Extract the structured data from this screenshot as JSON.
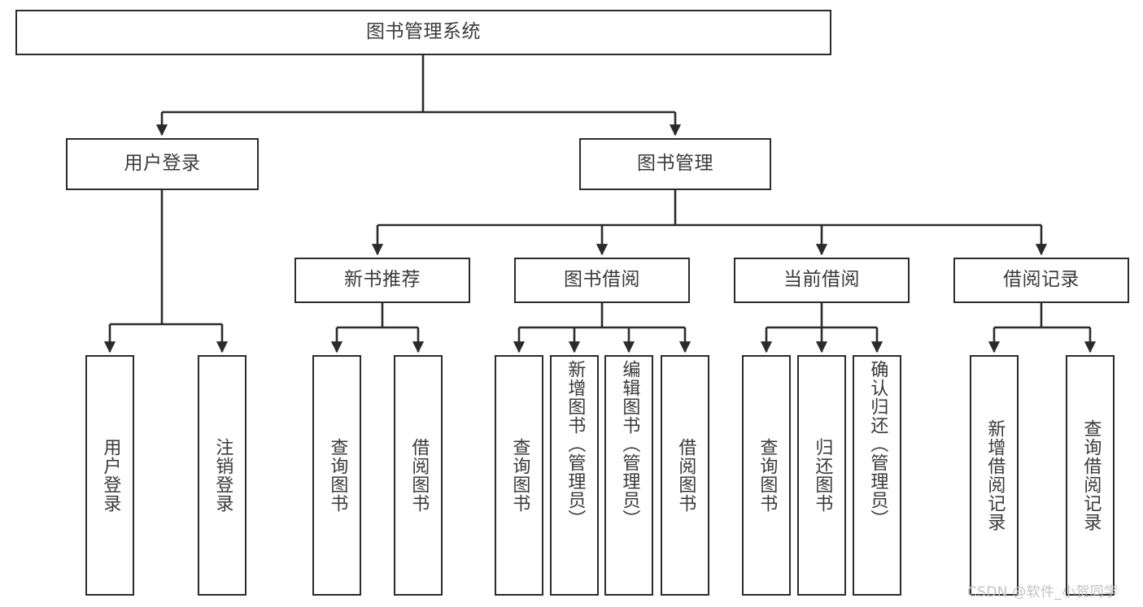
{
  "diagram": {
    "title": "图书管理系统",
    "type": "tree-hierarchy",
    "root": {
      "id": "root",
      "label": "图书管理系统"
    },
    "level2": [
      {
        "id": "user-login",
        "label": "用户登录"
      },
      {
        "id": "book-management",
        "label": "图书管理"
      }
    ],
    "level3": [
      {
        "id": "new-book-recommend",
        "label": "新书推荐"
      },
      {
        "id": "book-borrow",
        "label": "图书借阅"
      },
      {
        "id": "current-borrow",
        "label": "当前借阅"
      },
      {
        "id": "borrow-record",
        "label": "借阅记录"
      }
    ],
    "leaves": {
      "user_login": [
        {
          "id": "leaf-user-login",
          "label": "用户登录"
        },
        {
          "id": "leaf-logout-login",
          "label": "注销登录"
        }
      ],
      "new_book_recommend": [
        {
          "id": "leaf-query-book-1",
          "label": "查询图书"
        },
        {
          "id": "leaf-borrow-book-1",
          "label": "借阅图书"
        }
      ],
      "book_borrow": [
        {
          "id": "leaf-query-book-2",
          "label": "查询图书"
        },
        {
          "id": "leaf-add-book",
          "label": "新增图书（管理员）"
        },
        {
          "id": "leaf-edit-book",
          "label": "编辑图书（管理员）"
        },
        {
          "id": "leaf-borrow-book-2",
          "label": "借阅图书"
        }
      ],
      "current_borrow": [
        {
          "id": "leaf-query-book-3",
          "label": "查询图书"
        },
        {
          "id": "leaf-return-book",
          "label": "归还图书"
        },
        {
          "id": "leaf-confirm-return",
          "label": "确认归还（管理员）"
        }
      ],
      "borrow_record": [
        {
          "id": "leaf-add-borrow-record",
          "label": "新增借阅记录"
        },
        {
          "id": "leaf-query-borrow-record",
          "label": "查询借阅记录"
        }
      ]
    }
  },
  "watermark": {
    "text": "CSDN @软件_小贺同学"
  },
  "colors": {
    "stroke": "#2b2b2b",
    "text": "#3a3a3a",
    "background": "#ffffff",
    "watermark": "#c2c2c2"
  }
}
